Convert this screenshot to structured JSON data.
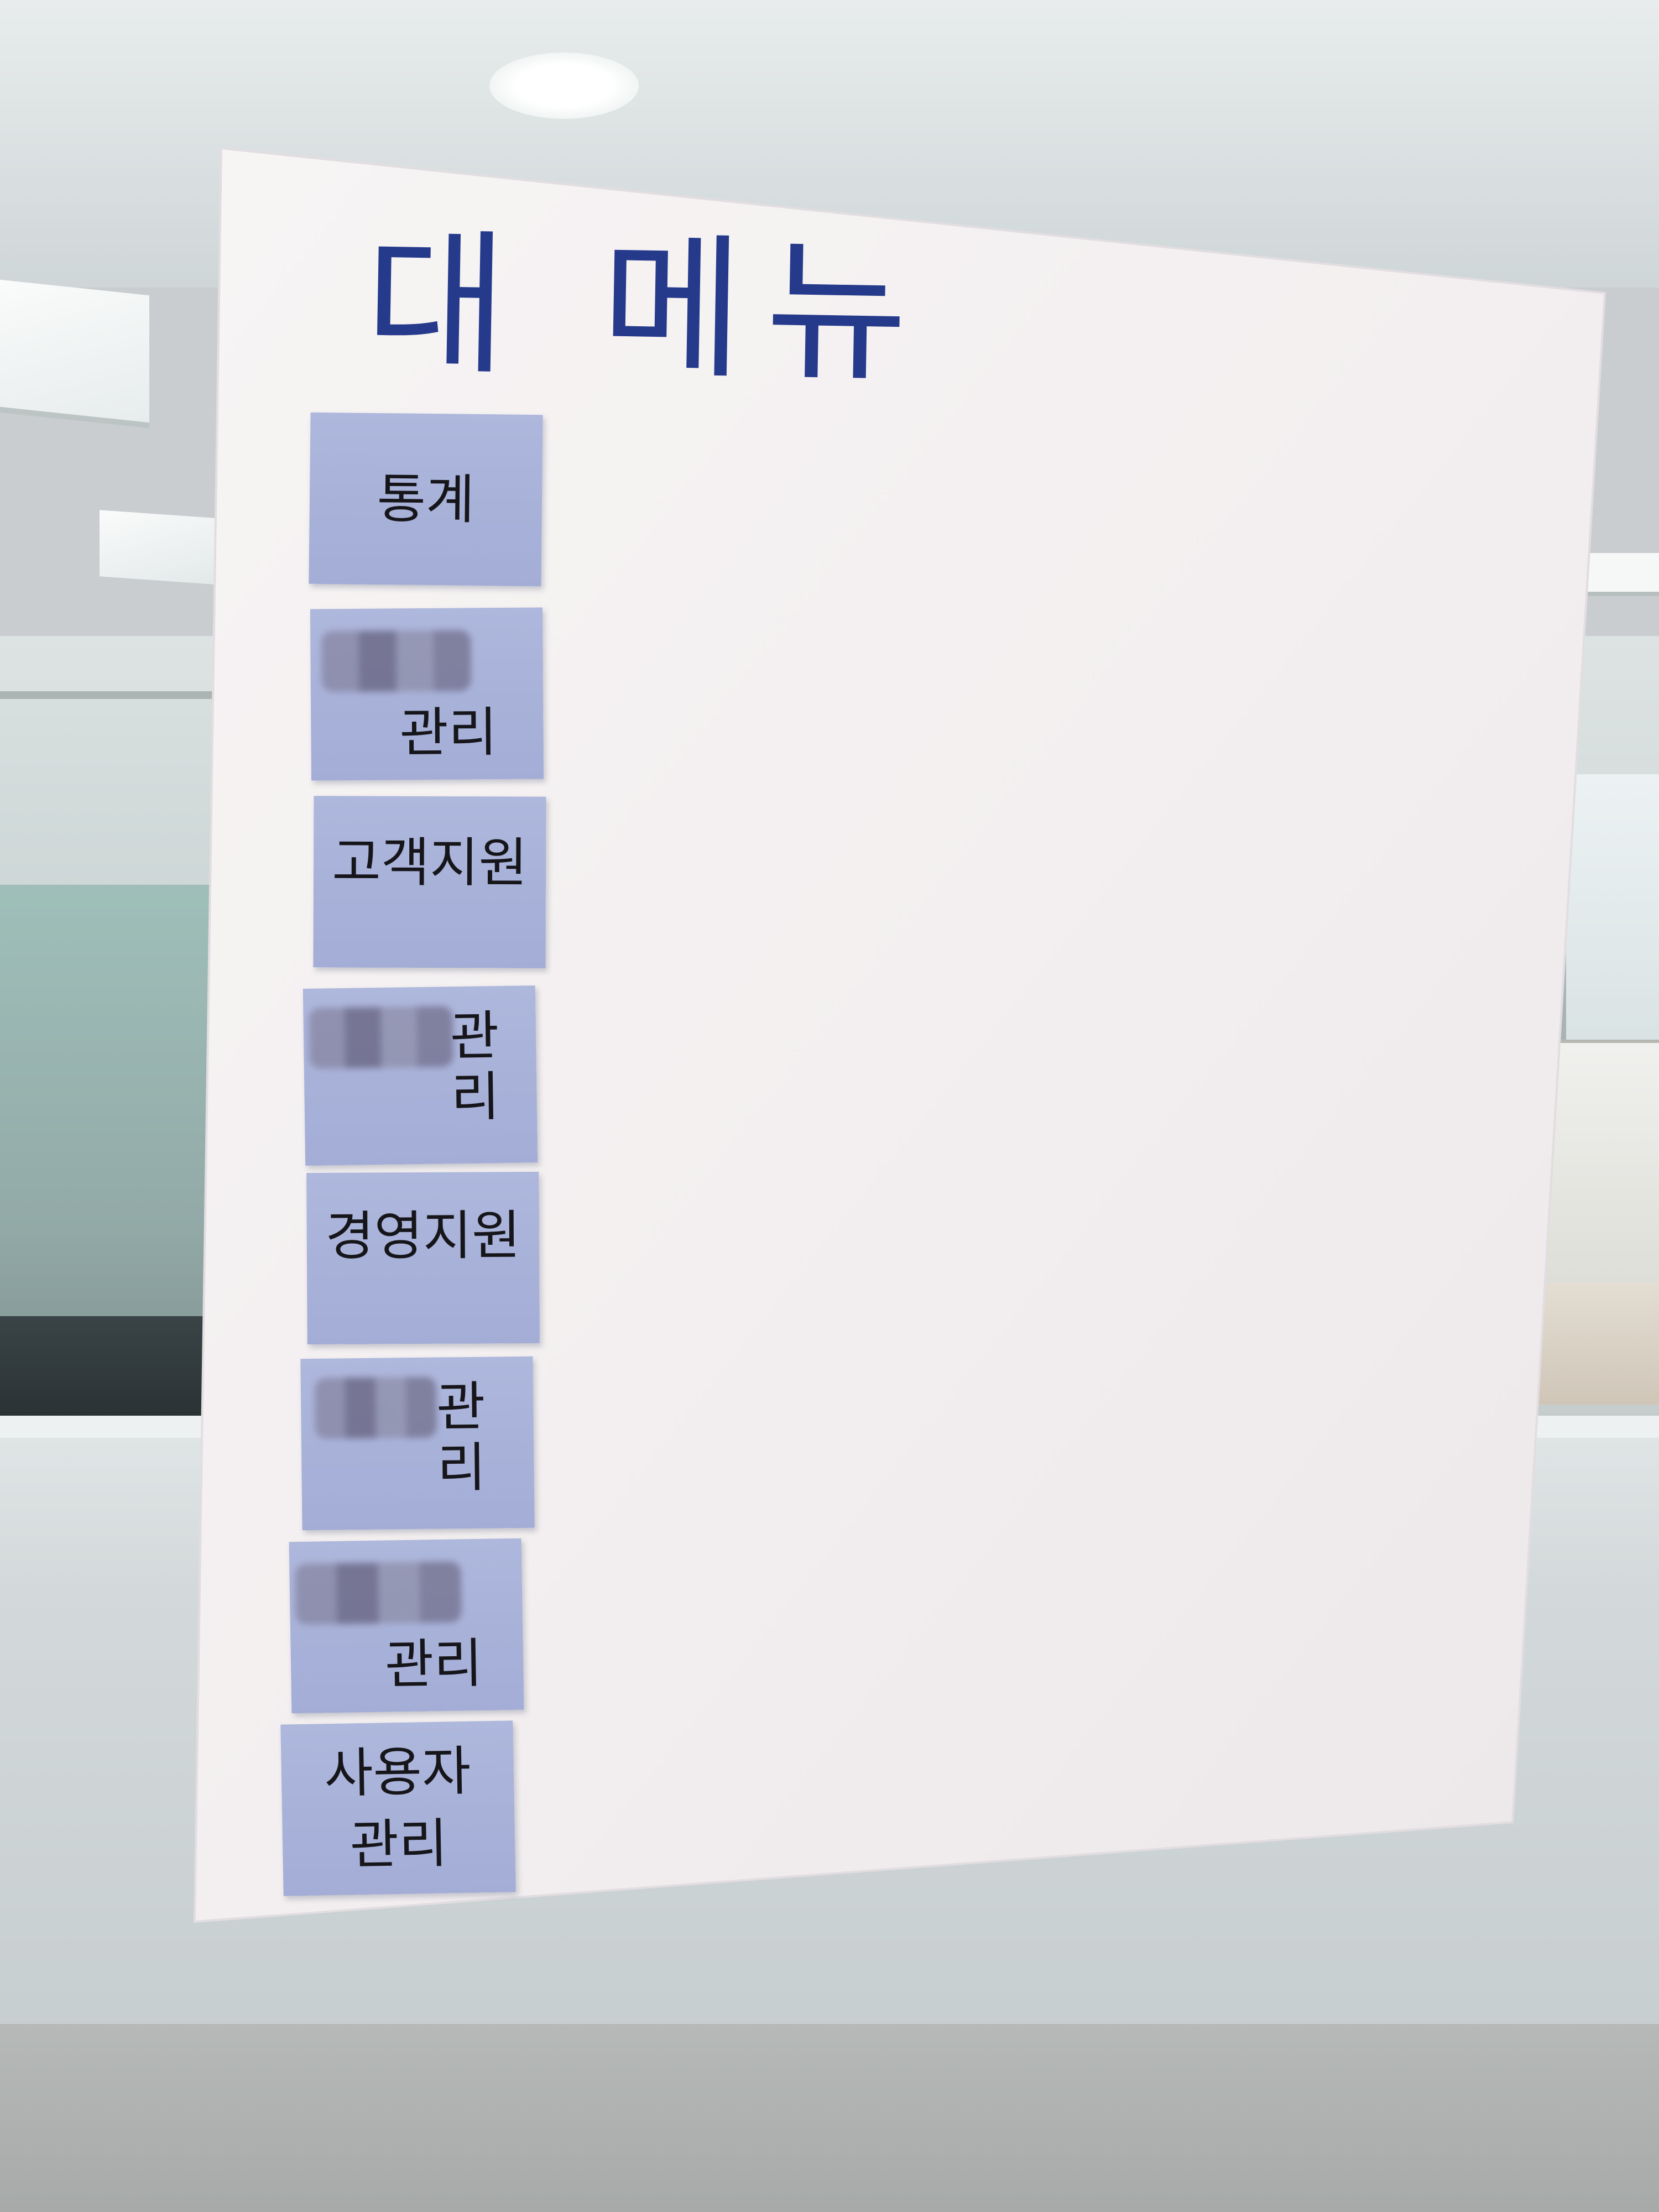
{
  "poster": {
    "title": "대 메뉴",
    "notes": [
      {
        "label": "통계"
      },
      {
        "label": "관리"
      },
      {
        "label": "고객지원"
      },
      {
        "label": "관리"
      },
      {
        "label": "경영지원"
      },
      {
        "label": "관리"
      },
      {
        "label": "관리"
      },
      {
        "label_line1": "사용자",
        "label_line2": "관리"
      }
    ]
  },
  "colors": {
    "paper": "#f5f1f1",
    "sticky_note": "#a9b2da",
    "marker_ink": "#263a8c",
    "note_ink": "#16161a"
  }
}
